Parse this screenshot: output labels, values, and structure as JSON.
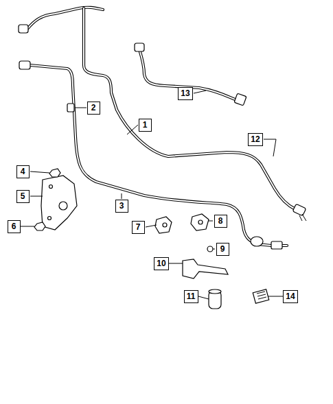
{
  "diagram": {
    "nodes": [
      {
        "text": [
          "13"
        ]
      },
      {
        "text": [
          "2"
        ]
      },
      {
        "text": [
          "1"
        ]
      },
      {
        "text": [
          "12"
        ]
      },
      {
        "text": [
          "4"
        ]
      },
      {
        "text": [
          "5"
        ]
      },
      {
        "text": [
          "3"
        ]
      },
      {
        "text": [
          "6"
        ]
      },
      {
        "text": [
          "7"
        ]
      },
      {
        "text": [
          "8"
        ]
      },
      {
        "text": [
          "9"
        ]
      },
      {
        "text": [
          "10"
        ]
      },
      {
        "text": [
          "11"
        ]
      },
      {
        "text": [
          "14"
        ]
      }
    ]
  }
}
